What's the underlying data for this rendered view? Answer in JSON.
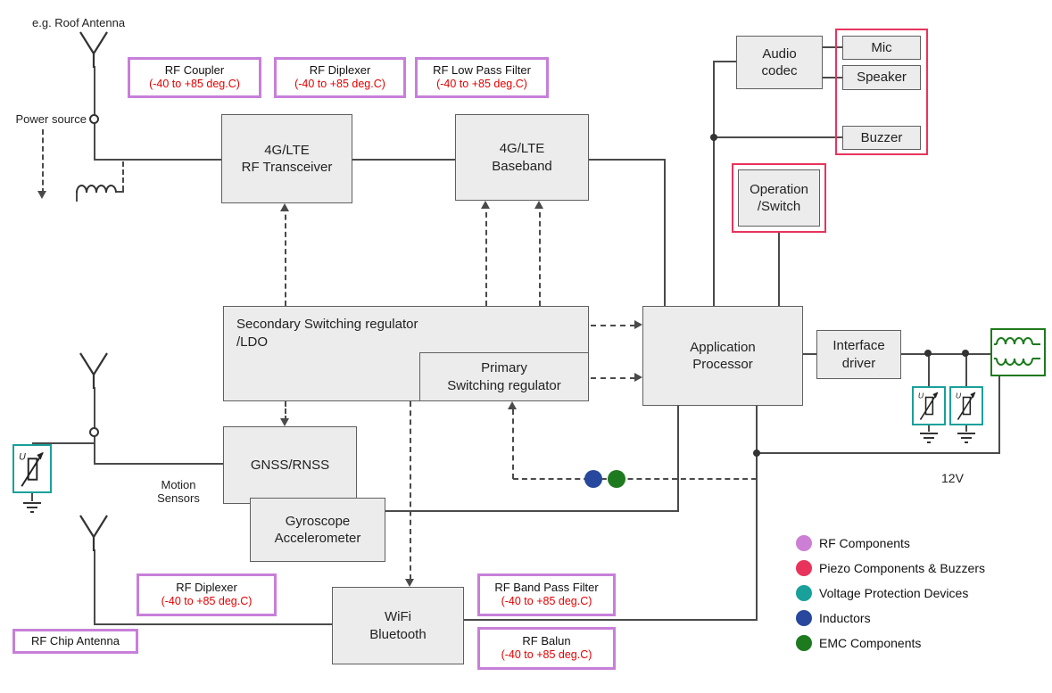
{
  "annotations": {
    "roof_antenna": "e.g. Roof Antenna",
    "power_source": "Power source",
    "motion_sensors": "Motion\nSensors",
    "supply_12v": "12V"
  },
  "blocks": {
    "rf_transceiver": "4G/LTE\nRF Transceiver",
    "baseband": "4G/LTE\nBaseband",
    "secondary_regulator": "Secondary Switching regulator\n/LDO",
    "primary_regulator": "Primary\nSwitching regulator",
    "application_processor": "Application\nProcessor",
    "interface_driver": "Interface\ndriver",
    "gnss": "GNSS/RNSS",
    "gyroscope": "Gyroscope\nAccelerometer",
    "wifi": "WiFi\nBluetooth",
    "audio_codec": "Audio\ncodec",
    "mic": "Mic",
    "speaker": "Speaker",
    "buzzer": "Buzzer",
    "operation_switch": "Operation\n/Switch"
  },
  "rf_components": {
    "coupler": {
      "name": "RF Coupler",
      "temp": "(-40 to +85 deg.C)"
    },
    "diplexer_top": {
      "name": "RF Diplexer",
      "temp": "(-40 to +85 deg.C)"
    },
    "low_pass_filter": {
      "name": "RF Low Pass Filter",
      "temp": "(-40 to +85 deg.C)"
    },
    "diplexer_bottom": {
      "name": "RF Diplexer",
      "temp": "(-40 to +85 deg.C)"
    },
    "band_pass_filter": {
      "name": "RF Band Pass Filter",
      "temp": "(-40 to +85 deg.C)"
    },
    "balun": {
      "name": "RF Balun",
      "temp": "(-40 to +85 deg.C)"
    },
    "chip_antenna": {
      "name": "RF Chip Antenna"
    }
  },
  "legend": [
    {
      "color": "#cc7fd4",
      "label": "RF Components"
    },
    {
      "color": "#e8345c",
      "label": "Piezo Components & Buzzers"
    },
    {
      "color": "#19a09a",
      "label": "Voltage Protection Devices"
    },
    {
      "color": "#27489c",
      "label": "Inductors"
    },
    {
      "color": "#1e7a1e",
      "label": "EMC Components"
    }
  ],
  "colors": {
    "rf_border": "#c77fd9",
    "piezo_border": "#e8345c",
    "protection_border": "#19a09a",
    "inductor_fill": "#27489c",
    "emc_fill": "#1e7a1e",
    "temp_text": "#e60000",
    "block_fill": "#ececec",
    "wire": "#4a4a4a"
  }
}
